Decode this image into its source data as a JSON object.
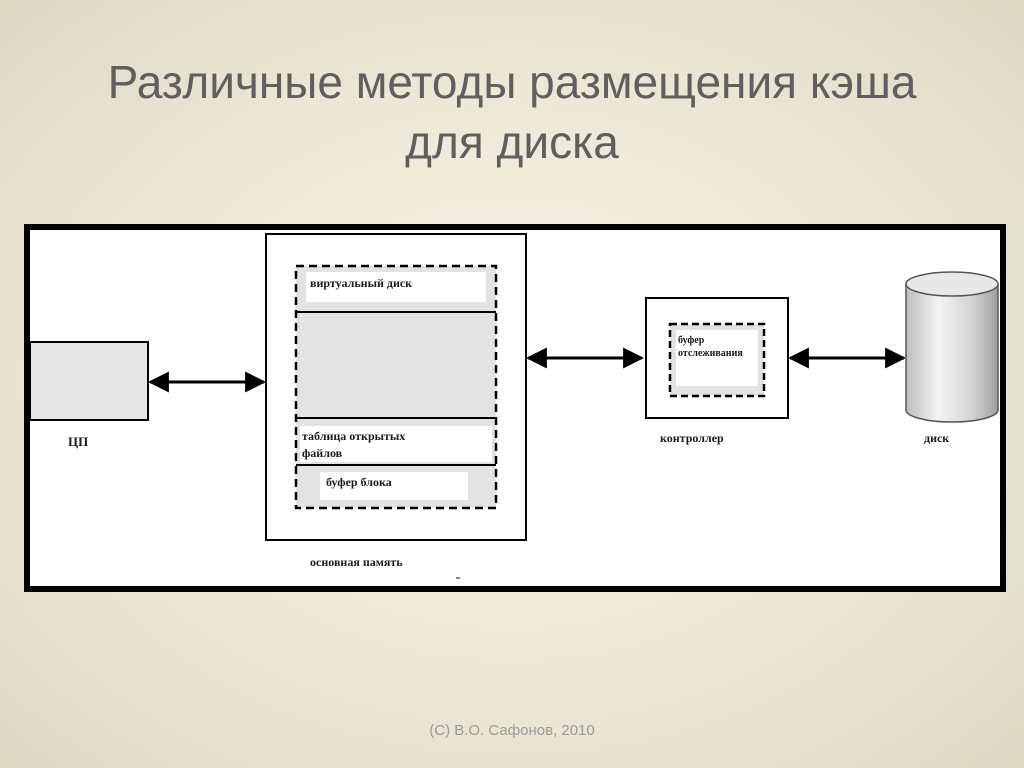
{
  "slide": {
    "title_line1": "Различные методы размещения кэша",
    "title_line2": "для диска",
    "footer": "(C) В.О. Сафонов, 2010"
  },
  "diagram": {
    "cpu_label": "ЦП",
    "main_memory_label": "основная память",
    "virtual_disk_label": "виртуальный диск",
    "open_files_table_line1": "таблица открытых",
    "open_files_table_line2": "файлов",
    "block_buffer_label": "буфер блока",
    "track_buffer_line1": "буфер",
    "track_buffer_line2": "отслеживания",
    "controller_label": "контроллер",
    "disk_label": "диск"
  }
}
